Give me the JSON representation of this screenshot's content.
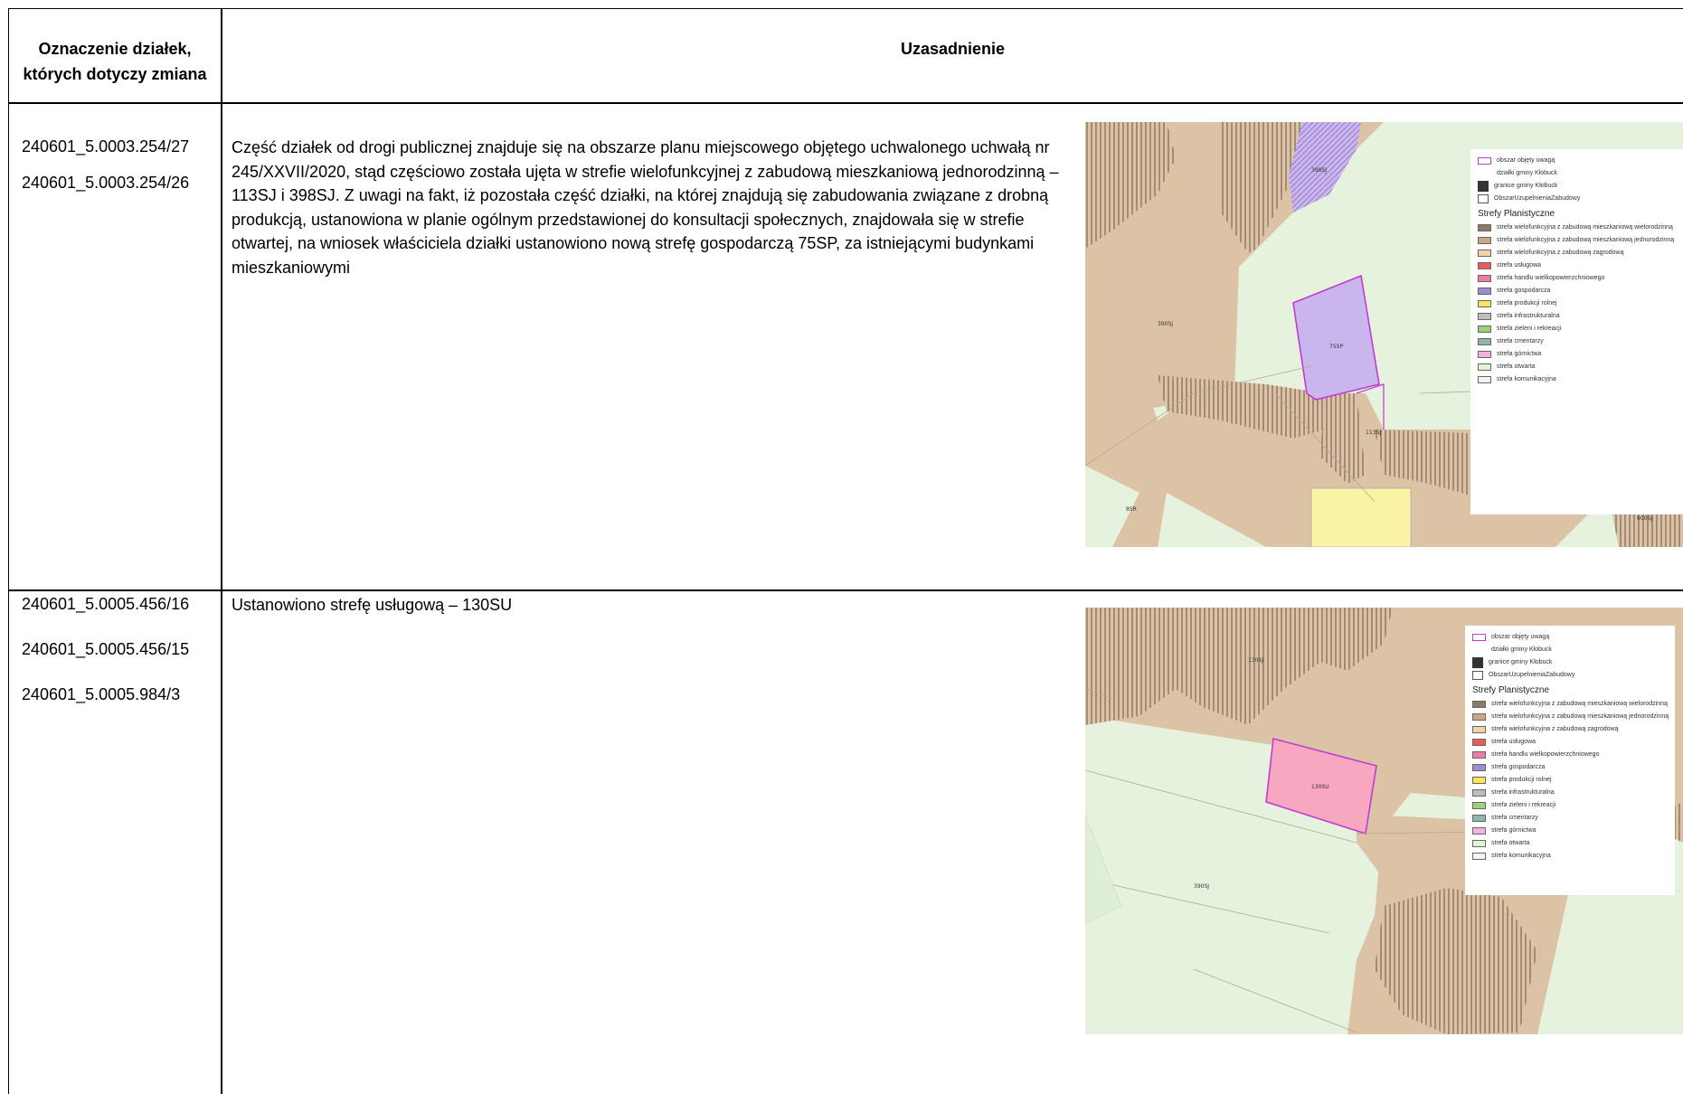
{
  "table": {
    "header": {
      "col1": [
        "Oznaczenie działek,",
        "których dotyczy zmiana"
      ],
      "col2": "Uzasadnienie"
    },
    "rows": [
      {
        "ids": [
          "240601_5.0003.254/27",
          "240601_5.0003.254/26"
        ],
        "text": "Część działek od drogi publicznej znajduje się na obszarze planu miejscowego objętego uchwalonego uchwałą nr 245/XXVII/2020, stąd częściowo została ujęta w strefie wielofunkcyjnej z zabudową mieszkaniową jednorodzinną – 113SJ i 398SJ. Z uwagi na fakt, iż pozostała część działki, na której znajdują się zabudowania związane z drobną produkcją, ustanowiona w planie ogólnym przedstawionej do konsultacji społecznych, znajdowała się w strefie otwartej, na wniosek właściciela działki ustanowiono nową strefę gospodarczą 75SP, za istniejącymi budynkami mieszkaniowymi",
        "map_labels": [
          "398SJ",
          "390SJ",
          "75SP",
          "113SJ",
          "600SJ",
          "8SR"
        ]
      },
      {
        "ids": [
          "240601_5.0005.456/16",
          "240601_5.0005.456/15",
          "240601_5.0005.984/3"
        ],
        "text": "Ustanowiono strefę usługową – 130SU",
        "map_labels": [
          "130SJ",
          "130SU",
          "390SJ"
        ]
      }
    ]
  },
  "legend": {
    "top_items": [
      "obszar objęty uwagą",
      "działki gminy Kłobuck",
      "granice gminy Kłobuck",
      "ObszarUzupelnieniaZabudowy"
    ],
    "heading": "Strefy Planistyczne",
    "zones": [
      {
        "label": "strefa wielofunkcyjna z zabudową mieszkaniową wielorodzinną",
        "color": "#8c7a69"
      },
      {
        "label": "strefa wielofunkcyjna z zabudową mieszkaniową jednorodzinną",
        "color": "#c9a783"
      },
      {
        "label": "strefa wielofunkcyjna z zabudową zagrodową",
        "color": "#f2d3aa"
      },
      {
        "label": "strefa usługowa",
        "color": "#e85c5c"
      },
      {
        "label": "strefa handlu wielkopowierzchniowego",
        "color": "#f07aa0"
      },
      {
        "label": "strefa gospodarcza",
        "color": "#a08ad0"
      },
      {
        "label": "strefa produkcji rolnej",
        "color": "#f5e65a"
      },
      {
        "label": "strefa infrastrukturalna",
        "color": "#bdbdbd"
      },
      {
        "label": "strefa zieleni i rekreacji",
        "color": "#9ed07a"
      },
      {
        "label": "strefa cmentarzy",
        "color": "#8fb5a5"
      },
      {
        "label": "strefa górnictwa",
        "color": "#f3b1e0"
      },
      {
        "label": "strefa otwarta",
        "color": "#e3f4cf"
      },
      {
        "label": "strefa komunikacyjna",
        "color": "#f4f4f4"
      }
    ]
  },
  "colors": {
    "sj": "#dcc3a6",
    "open": "#e5f2dd",
    "sp": "#c9b6ec",
    "su": "#f7a8c0",
    "boundary": "#c23bd2",
    "yellow": "#fbf3a4"
  }
}
